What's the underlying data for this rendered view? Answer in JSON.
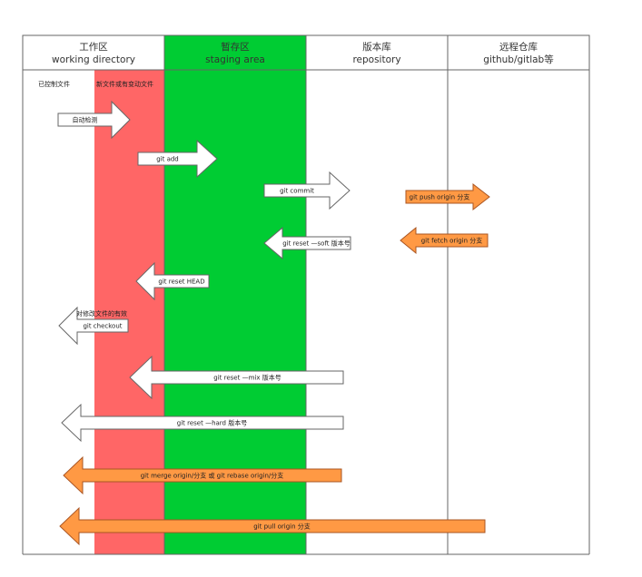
{
  "columns": [
    {
      "title": "工作区",
      "subtitle": "working directory",
      "color": "#ffffff"
    },
    {
      "title": "暂存区",
      "subtitle": "staging area",
      "color": "#00cc33"
    },
    {
      "title": "版本库",
      "subtitle": "repository",
      "color": "#ffffff"
    },
    {
      "title": "远程仓库",
      "subtitle": "github/gitlab等",
      "color": "#ffffff"
    }
  ],
  "workdir_labels": {
    "tracked": "已控制文件",
    "untracked": "新文件或有变动文件"
  },
  "colors": {
    "untracked_band": "#ff6666",
    "staging": "#00cc33",
    "white_arrow_fill": "#ffffff",
    "orange_arrow_fill": "#ff9944",
    "stroke": "#666666"
  },
  "arrows": [
    {
      "id": "auto-detect",
      "label": "自动检测",
      "direction": "right",
      "style": "white"
    },
    {
      "id": "git-add",
      "label": "git add",
      "direction": "right",
      "style": "white"
    },
    {
      "id": "git-commit",
      "label": "git commit",
      "direction": "right",
      "style": "white"
    },
    {
      "id": "git-push",
      "label": "git push origin 分支",
      "direction": "right",
      "style": "orange"
    },
    {
      "id": "git-reset-soft",
      "label": "git reset —soft 版本号",
      "direction": "left",
      "style": "white"
    },
    {
      "id": "git-fetch",
      "label": "git fetch origin  分支",
      "direction": "left",
      "style": "orange"
    },
    {
      "id": "git-reset-head",
      "label": "git reset HEAD",
      "direction": "left",
      "style": "white"
    },
    {
      "id": "git-checkout",
      "label": "git checkout",
      "note": "对修改文件的有效",
      "direction": "left",
      "style": "white"
    },
    {
      "id": "git-reset-mix",
      "label": "git reset —mix 版本号",
      "direction": "left",
      "style": "white"
    },
    {
      "id": "git-reset-hard",
      "label": "git reset —hard 版本号",
      "direction": "left",
      "style": "white"
    },
    {
      "id": "git-merge",
      "label": "git merge origin/分支 或 git rebase origin/分支",
      "direction": "left",
      "style": "orange"
    },
    {
      "id": "git-pull",
      "label": "git pull origin  分支",
      "direction": "left",
      "style": "orange"
    }
  ]
}
